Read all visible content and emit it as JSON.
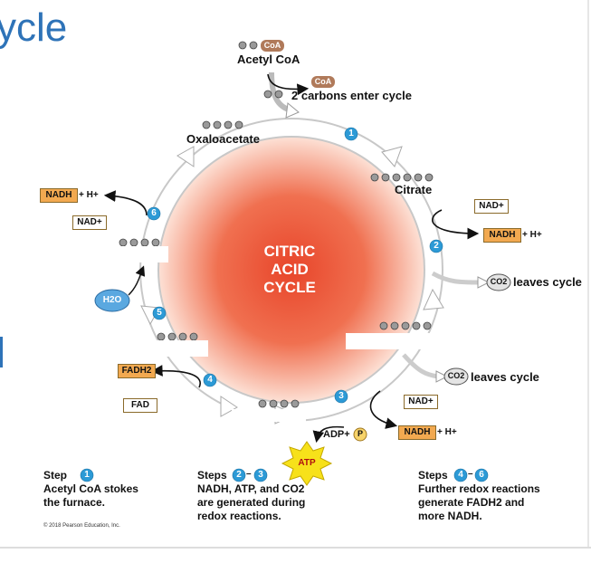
{
  "slide": {
    "title_fragment": "ycle"
  },
  "diagram": {
    "center_label": "CITRIC\nACID\nCYCLE",
    "molecules": {
      "acetyl_coa": "Acetyl CoA",
      "coa_tag": "CoA",
      "oxaloacetate": "Oxaloacetate",
      "citrate": "Citrate"
    },
    "annotations": {
      "two_carbons": "2 carbons enter cycle",
      "leaves_cycle_1": "leaves cycle",
      "leaves_cycle_2": "leaves cycle",
      "co2": "CO2",
      "h2o": "H2O",
      "atp": "ATP",
      "adp_p": "ADP+",
      "p": "P"
    },
    "carriers": {
      "nad": "NAD+",
      "nadh": "NADH",
      "h_plus": "+ H+",
      "fad": "FAD",
      "fadh2": "FADH2"
    },
    "step_numbers": [
      "1",
      "2",
      "3",
      "4",
      "5",
      "6"
    ],
    "notes": {
      "step1_title": "Step",
      "step1_num": "1",
      "step1_text": "Acetyl CoA stokes\nthe furnace.",
      "steps23_title": "Steps",
      "steps23_a": "2",
      "steps23_b": "3",
      "steps23_text": "NADH, ATP, and CO2\nare generated during\nredox reactions.",
      "steps46_title": "Steps",
      "steps46_a": "4",
      "steps46_b": "6",
      "steps46_text": "Further redox reactions\ngenerate FADH2 and\nmore NADH."
    },
    "copyright": "© 2018 Pearson Education, Inc.",
    "colors": {
      "title_blue": "#2e73b8",
      "step_blue": "#2c9ad6",
      "center_red": "#e8452a",
      "carrier_orange": "#f2a950",
      "coa_brown": "#b07a5a",
      "atp_yellow": "#f7e11a",
      "h2o_blue": "#5aa8e0"
    }
  }
}
